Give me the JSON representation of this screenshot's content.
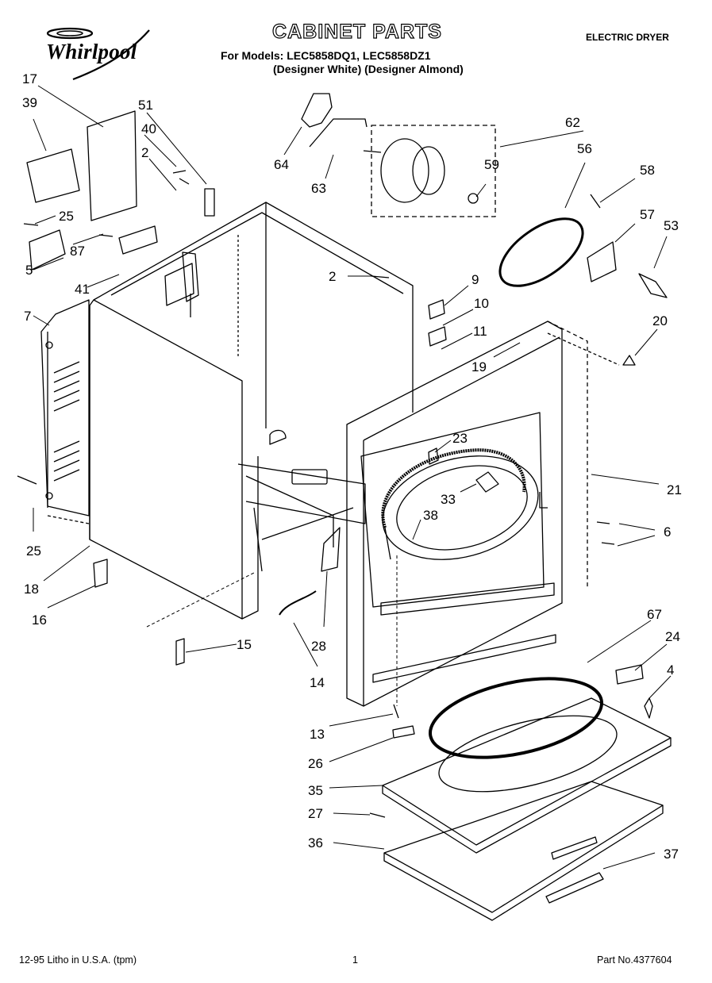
{
  "header": {
    "brand": "Whirlpool",
    "title": "CABINET PARTS",
    "models_line": "For Models: LEC5858DQ1, LEC5858DZ1",
    "variants_line": "(Designer White) (Designer Almond)",
    "product_type": "ELECTRIC DRYER"
  },
  "footer": {
    "print_info": "12-95 Litho in U.S.A. (tpm)",
    "page_number": "1",
    "part_number": "Part No.4377604"
  },
  "callouts": {
    "c17": "17",
    "c39": "39",
    "c51": "51",
    "c40": "40",
    "c2a": "2",
    "c25a": "25",
    "c87": "87",
    "c5": "5",
    "c41": "41",
    "c7": "7",
    "c64": "64",
    "c63": "63",
    "c62": "62",
    "c59": "59",
    "c56": "56",
    "c58": "58",
    "c57": "57",
    "c53": "53",
    "c2b": "2",
    "c9": "9",
    "c10": "10",
    "c11": "11",
    "c19": "19",
    "c20": "20",
    "c23": "23",
    "c33": "33",
    "c38": "38",
    "c21": "21",
    "c6": "6",
    "c25b": "25",
    "c18": "18",
    "c16": "16",
    "c15": "15",
    "c28": "28",
    "c14": "14",
    "c67": "67",
    "c24": "24",
    "c4": "4",
    "c13": "13",
    "c26": "26",
    "c35": "35",
    "c27": "27",
    "c36": "36",
    "c37": "37"
  }
}
